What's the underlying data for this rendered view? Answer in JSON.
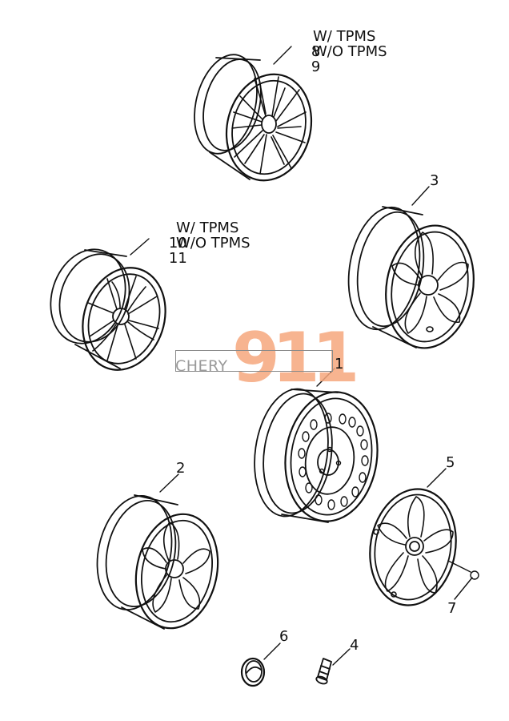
{
  "watermark": {
    "brand": "CHERY",
    "number": "911",
    "accent_color": "#f6a77d"
  },
  "labels": {
    "p1": "1",
    "p2": "2",
    "p3": "3",
    "p4": "4",
    "p5": "5",
    "p6": "6",
    "p7": "7",
    "p8": "8",
    "p8_desc": "W/ TPMS",
    "p9": "9",
    "p9_desc": "W/O TPMS",
    "p10": "10",
    "p10_desc": "W/ TPMS",
    "p11": "11",
    "p11_desc": "W/O TPMS"
  },
  "parts": [
    "alloy-wheel-tpms",
    "steel-wheel",
    "alloy-wheel-small",
    "alloy-wheel-large",
    "wheel-cover",
    "center-cap",
    "tire-valve",
    "cover-clip"
  ]
}
